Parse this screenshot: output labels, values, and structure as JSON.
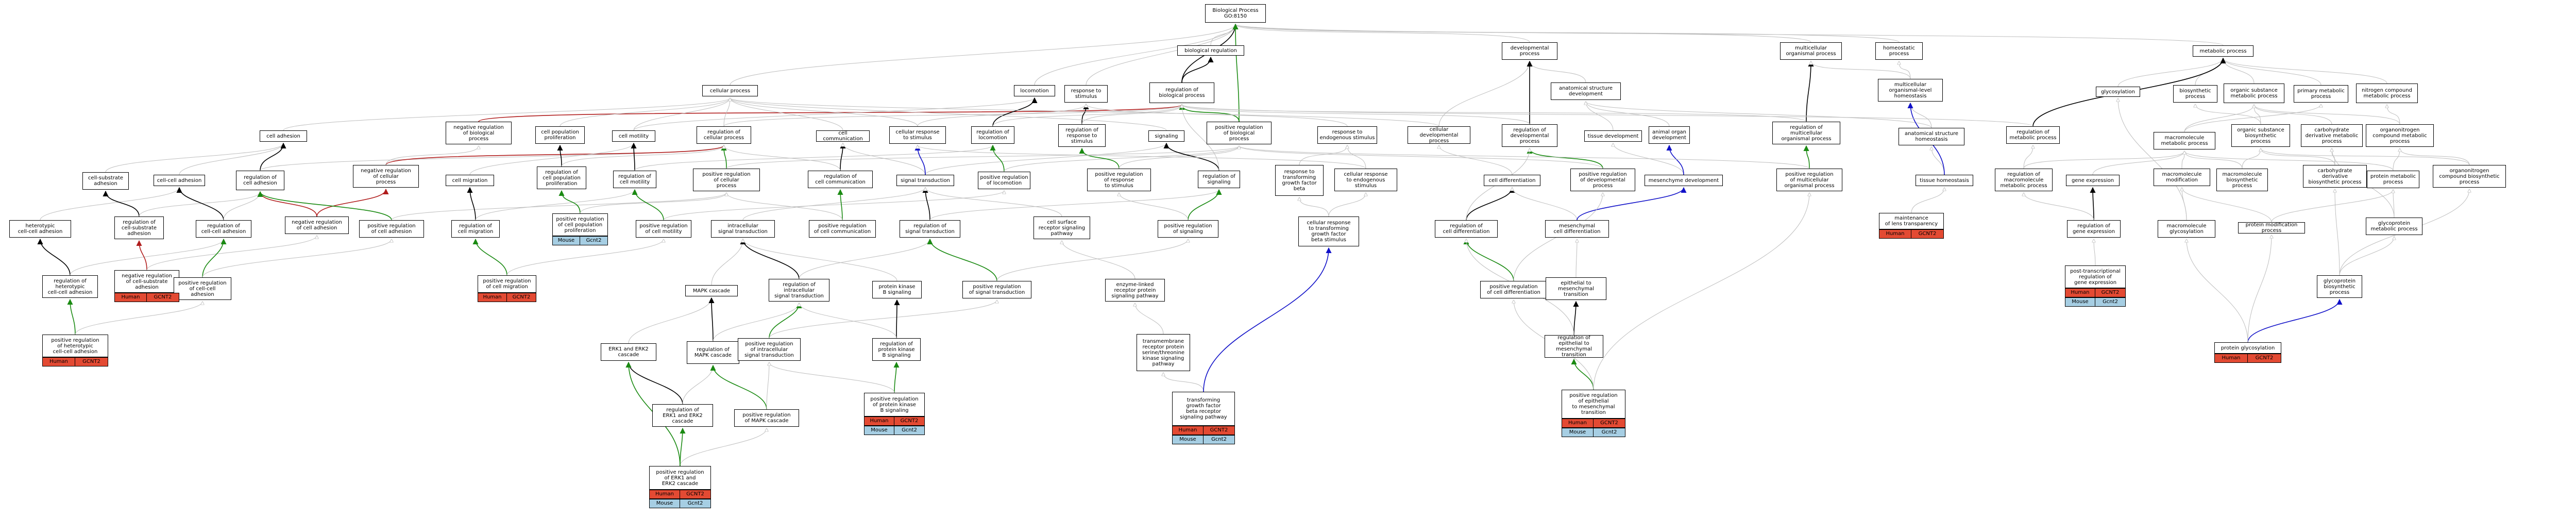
{
  "colors": {
    "default_edge": "#bdbdbd",
    "green": "#1a8a12",
    "red": "#b01c1c",
    "blue": "#1010c8",
    "black": "#000000",
    "human": "#e34a33",
    "mouse": "#a6cee3"
  },
  "nodes": [
    {
      "id": "bp",
      "label": "Biological Process\nGO:8150"
    },
    {
      "id": "breg",
      "label": "biological regulation"
    },
    {
      "id": "cp",
      "label": "cellular process"
    },
    {
      "id": "loc",
      "label": "locomotion"
    },
    {
      "id": "rts",
      "label": "response to\nstimulus"
    },
    {
      "id": "robp",
      "label": "regulation of\nbiological process"
    },
    {
      "id": "dev",
      "label": "developmental\nprocess"
    },
    {
      "id": "asd",
      "label": "anatomical structure\ndevelopment"
    },
    {
      "id": "mop",
      "label": "multicellular\norganismal process"
    },
    {
      "id": "hp",
      "label": "homeostatic\nprocess"
    },
    {
      "id": "mp",
      "label": "metabolic process"
    },
    {
      "id": "cadh",
      "label": "cell adhesion"
    },
    {
      "id": "nrbp",
      "label": "negative regulation\nof biological\nprocess"
    },
    {
      "id": "cpp",
      "label": "cell population\nproliferation"
    },
    {
      "id": "cmot",
      "label": "cell motility"
    },
    {
      "id": "rcp",
      "label": "regulation of\ncellular process"
    },
    {
      "id": "ccom",
      "label": "cell communication"
    },
    {
      "id": "crs",
      "label": "cellular response\nto stimulus"
    },
    {
      "id": "rloc",
      "label": "regulation of\nlocomotion"
    },
    {
      "id": "rrts",
      "label": "regulation of\nresponse to\nstimulus"
    },
    {
      "id": "sig",
      "label": "signaling"
    },
    {
      "id": "prbp",
      "label": "positive regulation\nof biological\nprocess"
    },
    {
      "id": "rtes",
      "label": "response to\nendogenous stimulus"
    },
    {
      "id": "cdp",
      "label": "cellular developmental\nprocess"
    },
    {
      "id": "rdp",
      "label": "regulation of\ndevelopmental\nprocess"
    },
    {
      "id": "td",
      "label": "tissue development"
    },
    {
      "id": "aod",
      "label": "animal organ\ndevelopment"
    },
    {
      "id": "rmop",
      "label": "regulation of\nmulticellular\norganismal process"
    },
    {
      "id": "mlh",
      "label": "multicellular\norganismal-level\nhomeostasis"
    },
    {
      "id": "glyc",
      "label": "glycosylation"
    },
    {
      "id": "bsp",
      "label": "biosynthetic\nprocess"
    },
    {
      "id": "osmp",
      "label": "organic substance\nmetabolic process"
    },
    {
      "id": "pmp",
      "label": "primary metabolic\nprocess"
    },
    {
      "id": "ncmp",
      "label": "nitrogen compound\nmetabolic process"
    },
    {
      "id": "csa",
      "label": "cell-substrate\nadhesion"
    },
    {
      "id": "cca",
      "label": "cell-cell adhesion"
    },
    {
      "id": "rca",
      "label": "regulation of\ncell adhesion"
    },
    {
      "id": "nrcp",
      "label": "negative regulation\nof cellular\nprocess"
    },
    {
      "id": "cmig",
      "label": "cell migration"
    },
    {
      "id": "rcpp",
      "label": "regulation of\ncell population\nproliferation"
    },
    {
      "id": "rcm",
      "label": "regulation of\ncell motility"
    },
    {
      "id": "prcp",
      "label": "positive regulation\nof cellular\nprocess"
    },
    {
      "id": "rcc",
      "label": "regulation of\ncell communication"
    },
    {
      "id": "st",
      "label": "signal transduction"
    },
    {
      "id": "prloc",
      "label": "positive regulation\nof locomotion"
    },
    {
      "id": "prrts",
      "label": "positive regulation\nof response\nto stimulus"
    },
    {
      "id": "rsig",
      "label": "regulation of\nsignaling"
    },
    {
      "id": "rttgf",
      "label": "response to\ntransforming\ngrowth factor\nbeta"
    },
    {
      "id": "crtes",
      "label": "cellular response\nto endogenous\nstimulus"
    },
    {
      "id": "cdiff",
      "label": "cell differentiation"
    },
    {
      "id": "prdp",
      "label": "positive regulation\nof developmental\nprocess"
    },
    {
      "id": "medev",
      "label": "mesenchyme development"
    },
    {
      "id": "prmop",
      "label": "positive regulation\nof multicellular\norganismal process"
    },
    {
      "id": "asth",
      "label": "anatomical structure\nhomeostasis"
    },
    {
      "id": "th",
      "label": "tissue homeostasis"
    },
    {
      "id": "rmmp",
      "label": "regulation of\nmetabolic process"
    },
    {
      "id": "mmmp",
      "label": "macromolecule\nmetabolic process"
    },
    {
      "id": "osbp",
      "label": "organic substance\nbiosynthetic\nprocess"
    },
    {
      "id": "cdmp",
      "label": "carbohydrate\nderivative metabolic\nprocess"
    },
    {
      "id": "ocmp",
      "label": "organonitrogen\ncompound metabolic\nprocess"
    },
    {
      "id": "hca",
      "label": "heterotypic\ncell-cell adhesion"
    },
    {
      "id": "rcsa",
      "label": "regulation of\ncell-substrate\nadhesion"
    },
    {
      "id": "rcca",
      "label": "regulation of\ncell-cell adhesion"
    },
    {
      "id": "nrca",
      "label": "negative regulation\nof cell adhesion"
    },
    {
      "id": "prca",
      "label": "positive regulation\nof cell adhesion"
    },
    {
      "id": "rcmig",
      "label": "regulation of\ncell migration"
    },
    {
      "id": "prcpp",
      "label": "positive regulation\nof cell population\nproliferation"
    },
    {
      "id": "prcm",
      "label": "positive regulation\nof cell motility"
    },
    {
      "id": "ist",
      "label": "intracellular\nsignal transduction"
    },
    {
      "id": "prcc",
      "label": "positive regulation\nof cell communication"
    },
    {
      "id": "rst",
      "label": "regulation of\nsignal transduction"
    },
    {
      "id": "csrsp",
      "label": "cell surface\nreceptor signaling\npathway"
    },
    {
      "id": "prsig",
      "label": "positive regulation\nof signaling"
    },
    {
      "id": "crttgf",
      "label": "cellular response\nto transforming\ngrowth factor\nbeta stimulus"
    },
    {
      "id": "rcdiff",
      "label": "regulation of\ncell differentiation"
    },
    {
      "id": "mcd",
      "label": "mesenchymal\ncell differentiation"
    },
    {
      "id": "rmmmp",
      "label": "regulation of\nmacromolecule\nmetabolic process"
    },
    {
      "id": "gexp",
      "label": "gene expression"
    },
    {
      "id": "mmmod",
      "label": "macromolecule\nmodification"
    },
    {
      "id": "mmbp",
      "label": "macromolecule\nbiosynthetic\nprocess"
    },
    {
      "id": "cbp",
      "label": "carbohydrate\nderivative\nbiosynthetic process"
    },
    {
      "id": "protmp",
      "label": "protein metabolic\nprocess"
    },
    {
      "id": "ocbp",
      "label": "organonitrogen\ncompound biosynthetic\nprocess"
    },
    {
      "id": "mlt",
      "label": "maintenance\nof lens transparency"
    },
    {
      "id": "rge",
      "label": "regulation of\ngene expression"
    },
    {
      "id": "mmglyc",
      "label": "macromolecule\nglycosylation"
    },
    {
      "id": "protmod",
      "label": "protein modification\nprocess"
    },
    {
      "id": "gpmp",
      "label": "glycoprotein\nmetabolic process"
    },
    {
      "id": "rhcca",
      "label": "regulation of\nheterotypic\ncell-cell adhesion"
    },
    {
      "id": "nrcsa",
      "label": "negative regulation\nof cell-substrate\nadhesion"
    },
    {
      "id": "prcca",
      "label": "positive regulation\nof cell-cell\nadhesion"
    },
    {
      "id": "prcmig",
      "label": "positive regulation\nof cell migration"
    },
    {
      "id": "mapk",
      "label": "MAPK cascade"
    },
    {
      "id": "rist",
      "label": "regulation of\nintracellular\nsignal transduction"
    },
    {
      "id": "pkb",
      "label": "protein kinase\nB signaling"
    },
    {
      "id": "prst",
      "label": "positive regulation\nof signal transduction"
    },
    {
      "id": "etrsp",
      "label": "enzyme-linked\nreceptor protein\nsignaling pathway"
    },
    {
      "id": "tgfbrsp",
      "label": "transforming\ngrowth factor\nbeta receptor\nsignaling pathway"
    },
    {
      "id": "prcdiff",
      "label": "positive regulation\nof cell differentiation"
    },
    {
      "id": "emt",
      "label": "epithelial to\nmesenchymal\ntransition"
    },
    {
      "id": "ptlrge",
      "label": "post-transcriptional\nregulation of\ngene expression"
    },
    {
      "id": "gpbp",
      "label": "glycoprotein\nbiosynthetic\nprocess"
    },
    {
      "id": "prhcca",
      "label": "positive regulation\nof heterotypic\ncell-cell adhesion"
    },
    {
      "id": "erk",
      "label": "ERK1 and ERK2\ncascade"
    },
    {
      "id": "rmapk",
      "label": "regulation of\nMAPK cascade"
    },
    {
      "id": "prist",
      "label": "positive regulation\nof intracellular\nsignal transduction"
    },
    {
      "id": "rpkb",
      "label": "regulation of\nprotein kinase\nB signaling"
    },
    {
      "id": "tmrpst",
      "label": "transmembrane\nreceptor protein\nserine/threonine\nkinase signaling\npathway"
    },
    {
      "id": "remt",
      "label": "regulation of\nepithelial to\nmesenchymal\ntransition"
    },
    {
      "id": "pglyc",
      "label": "protein glycosylation"
    },
    {
      "id": "rerk",
      "label": "regulation of\nERK1 and ERK2\ncascade"
    },
    {
      "id": "prmapk",
      "label": "positive regulation\nof MAPK cascade"
    },
    {
      "id": "prpkb",
      "label": "positive regulation\nof protein kinase\nB signaling"
    },
    {
      "id": "premt",
      "label": "positive regulation\nof epithelial\nto mesenchymal\ntransition"
    },
    {
      "id": "prerk",
      "label": "positive regulation\nof ERK1 and\nERK2 cascade"
    }
  ],
  "annotations": [
    {
      "node": "nrcsa",
      "rows": [
        [
          "Human",
          "GCNT2"
        ]
      ]
    },
    {
      "node": "prhcca",
      "rows": [
        [
          "Human",
          "GCNT2"
        ]
      ]
    },
    {
      "node": "prcpp",
      "rows": [
        [
          "Mouse",
          "Gcnt2"
        ]
      ]
    },
    {
      "node": "prcmig",
      "rows": [
        [
          "Human",
          "GCNT2"
        ]
      ]
    },
    {
      "node": "prerk",
      "rows": [
        [
          "Human",
          "GCNT2"
        ],
        [
          "Mouse",
          "Gcnt2"
        ]
      ]
    },
    {
      "node": "prpkb",
      "rows": [
        [
          "Human",
          "GCNT2"
        ],
        [
          "Mouse",
          "Gcnt2"
        ]
      ]
    },
    {
      "node": "tgfbrsp",
      "rows": [
        [
          "Human",
          "GCNT2"
        ],
        [
          "Mouse",
          "Gcnt2"
        ]
      ]
    },
    {
      "node": "premt",
      "rows": [
        [
          "Human",
          "GCNT2"
        ],
        [
          "Mouse",
          "Gcnt2"
        ]
      ]
    },
    {
      "node": "mlt",
      "rows": [
        [
          "Human",
          "GCNT2"
        ]
      ]
    },
    {
      "node": "ptlrge",
      "rows": [
        [
          "Human",
          "GCNT2"
        ],
        [
          "Mouse",
          "Gcnt2"
        ]
      ]
    },
    {
      "node": "pglyc",
      "rows": [
        [
          "Human",
          "GCNT2"
        ]
      ]
    }
  ]
}
